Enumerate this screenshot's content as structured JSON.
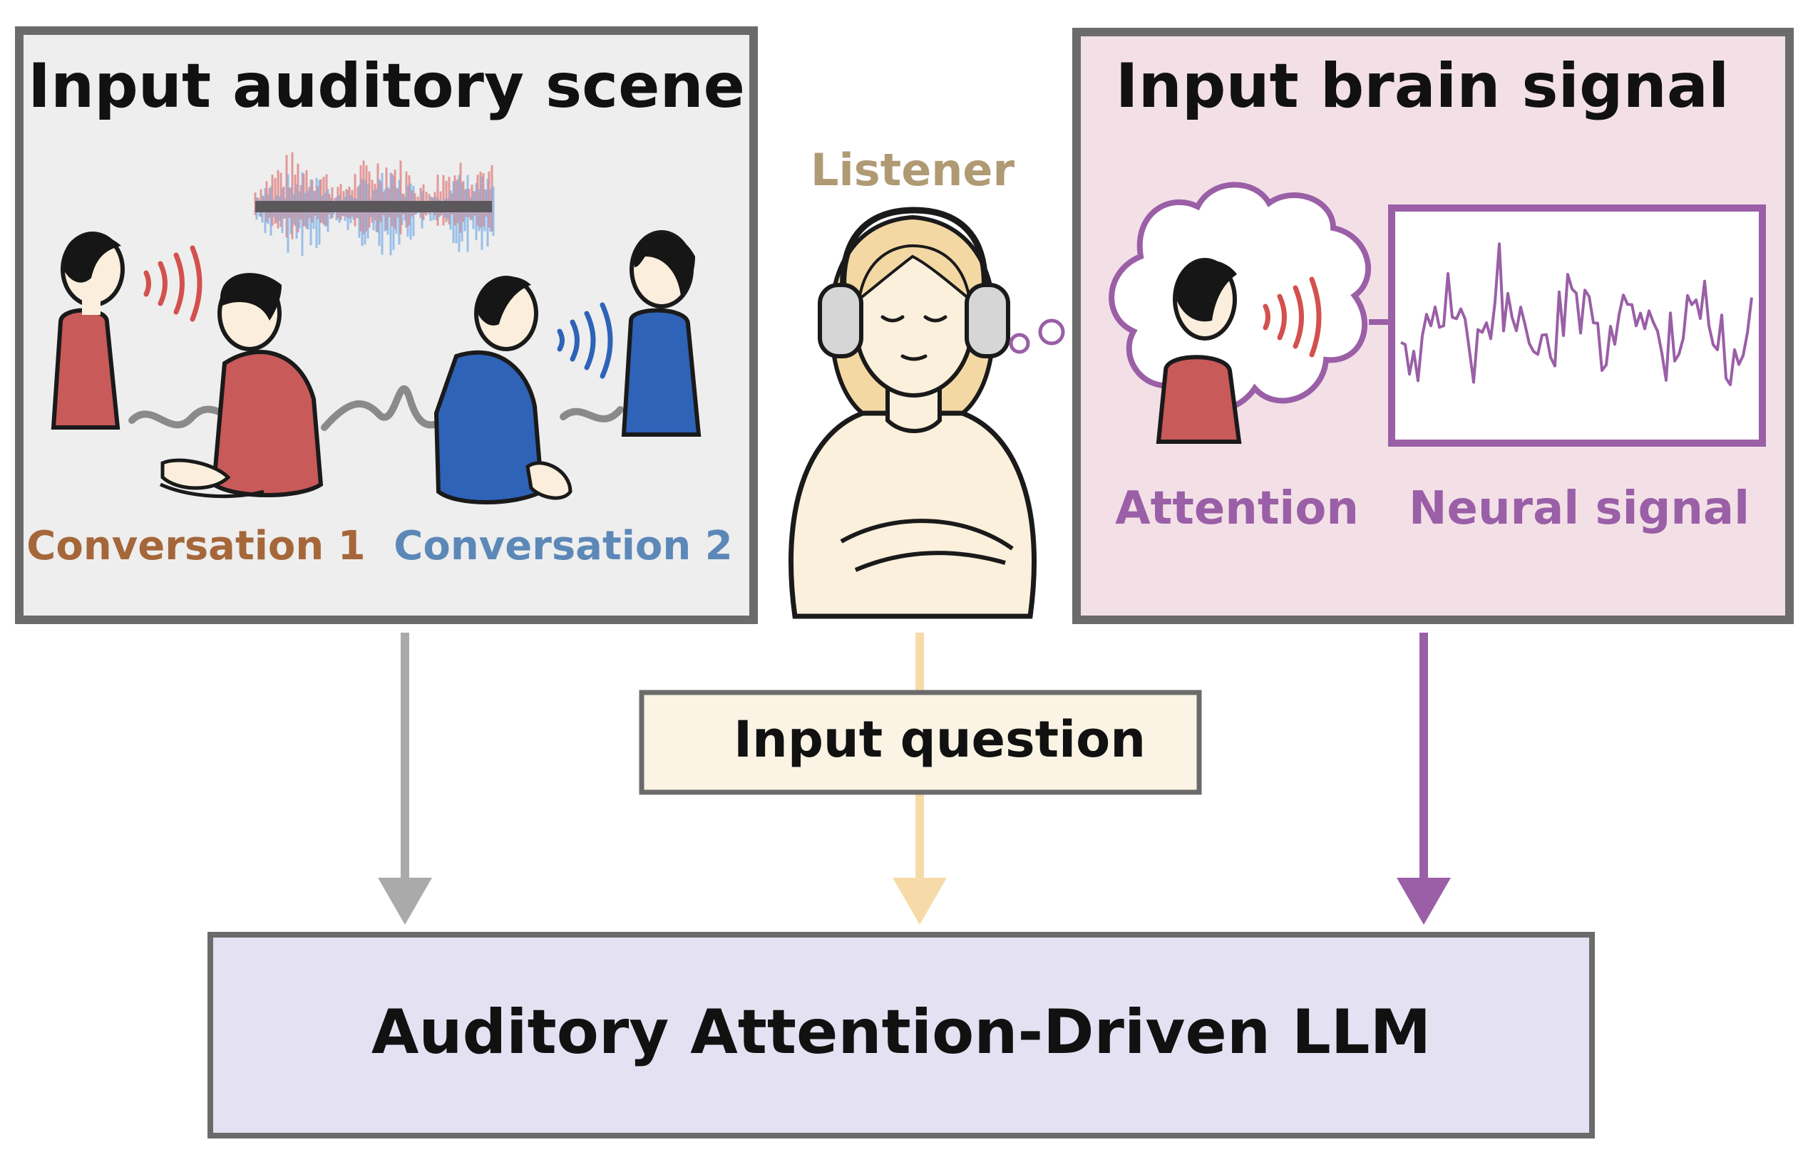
{
  "scene_panel": {
    "title": "Input auditory scene",
    "conversation_1": "Conversation 1",
    "conversation_2": "Conversation 2"
  },
  "listener": {
    "label": "Listener"
  },
  "brain_panel": {
    "title": "Input brain signal",
    "attention_label": "Attention",
    "neural_label": "Neural signal"
  },
  "question_box": {
    "label": "Input question"
  },
  "llm_box": {
    "label": "Auditory Attention-Driven LLM"
  },
  "colors": {
    "scene_bg": "#eeeeee",
    "brain_bg": "#f3e0e7",
    "border": "#6b6b6b",
    "conversation_1": "#a5673a",
    "conversation_2": "#5c88b8",
    "listener": "#b09a74",
    "purple": "#9a5fa6",
    "question_bg": "#fbf4e4",
    "llm_bg": "#e4e2f2",
    "red_shirt": "#c85a5a",
    "blue_shirt": "#2e63b8"
  }
}
